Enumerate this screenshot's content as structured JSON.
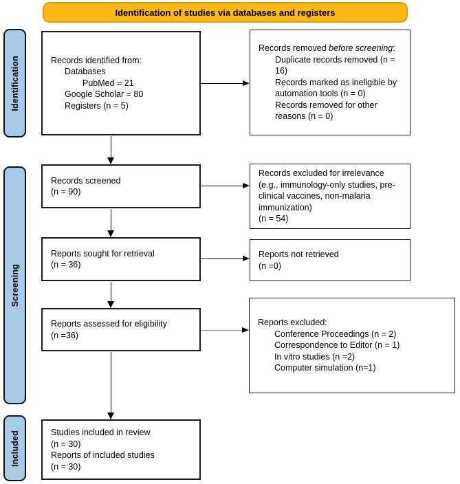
{
  "banner": {
    "label": "Identification of studies via databases and registers"
  },
  "sidebar": {
    "items": [
      {
        "label": "Identification"
      },
      {
        "label": "Screening"
      },
      {
        "label": "Included"
      }
    ]
  },
  "flow": {
    "identified": {
      "lines": [
        "Records identified from:",
        "Databases",
        "PubMed = 21",
        "Google Scholar = 80",
        "Registers (n = 5)"
      ]
    },
    "removed": {
      "title_prefix": "Records removed ",
      "title_italic": "before screening",
      "title_suffix": ":",
      "items": [
        "Duplicate records removed (n = 16)",
        "Records marked as ineligible by automation tools (n = 0)",
        "Records removed for other reasons (n = 0)"
      ]
    },
    "screened": {
      "lines": [
        "Records screened",
        "(n = 90)"
      ]
    },
    "excluded_irrelevance": {
      "lines": [
        "Records excluded for irrelevance (e.g., immunology-only studies, pre-clinical vaccines, non-malaria immunization)",
        "(n = 54)"
      ]
    },
    "sought": {
      "lines": [
        "Reports sought for retrieval",
        "(n = 36)"
      ]
    },
    "not_retrieved": {
      "lines": [
        "Reports not retrieved",
        "(n =0)"
      ]
    },
    "assessed": {
      "lines": [
        "Reports assessed for eligibility",
        "(n =36)"
      ]
    },
    "reports_excluded": {
      "title": "Reports excluded:",
      "items": [
        "Conference Proceedings (n = 2)",
        "Correspondence to Editor (n = 1)",
        "In vitro studies (n =2)",
        "Computer simulation (n=1)"
      ]
    },
    "included": {
      "lines": [
        "Studies included in review",
        "(n = 30)",
        "Reports of included studies",
        "(n = 30)"
      ]
    }
  },
  "colors": {
    "banner_bg": "#FBB817",
    "banner_border": "#DE9D13",
    "sidebar_bg": "#A6CAE8",
    "arrow": "#000000",
    "arrow_gray": "#8a8a8a",
    "box_border": "#1a1a1a"
  }
}
